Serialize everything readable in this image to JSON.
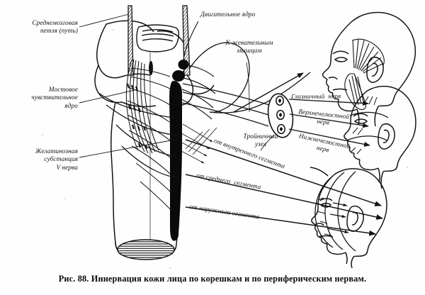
{
  "figure": {
    "caption": "Рис. 88. Иннервация кожи лица по корешкам и по периферическим нервам.",
    "number": "Рис. 88."
  },
  "labels": {
    "mesencephalic_tract": "Среднемозговая\nпетля (путь)",
    "pontine_sensory_nucleus": "Мостовое\nчувствительное\nядро",
    "gelatinous_substance": "Желатинозная\nсубстанция\nV нерва",
    "motor_nucleus": "Двигательное ядро",
    "to_masticatory_muscles": "К жевательным\nмышцам",
    "trigeminal_ganglion": "Тройничный\nузел",
    "ophthalmic_nerve": "Глазничный  нерв",
    "maxillary_nerve": "Верхнечелюстной\nнерв",
    "mandibular_nerve": "Нижнечелюстной\nнерв",
    "from_inner_segment": "от внутреннего сегмента",
    "from_middle_segment": "от среднего  сегмента",
    "from_outer_segment": "от наружного сегмента"
  },
  "colors": {
    "ink": "#141414",
    "paper": "#fefefe",
    "nucleus_fill": "#0a0a0a",
    "hatch": "#2a2a2a"
  },
  "structures": {
    "brainstem": "brainstem-outline",
    "spinal_cord": "spinal-cord",
    "descending_tract": "descending-trigeminal-tract",
    "heads": [
      "head-masticatory",
      "head-peripheral-nerves",
      "head-onion-skin-upper",
      "head-onion-skin-lower"
    ]
  }
}
